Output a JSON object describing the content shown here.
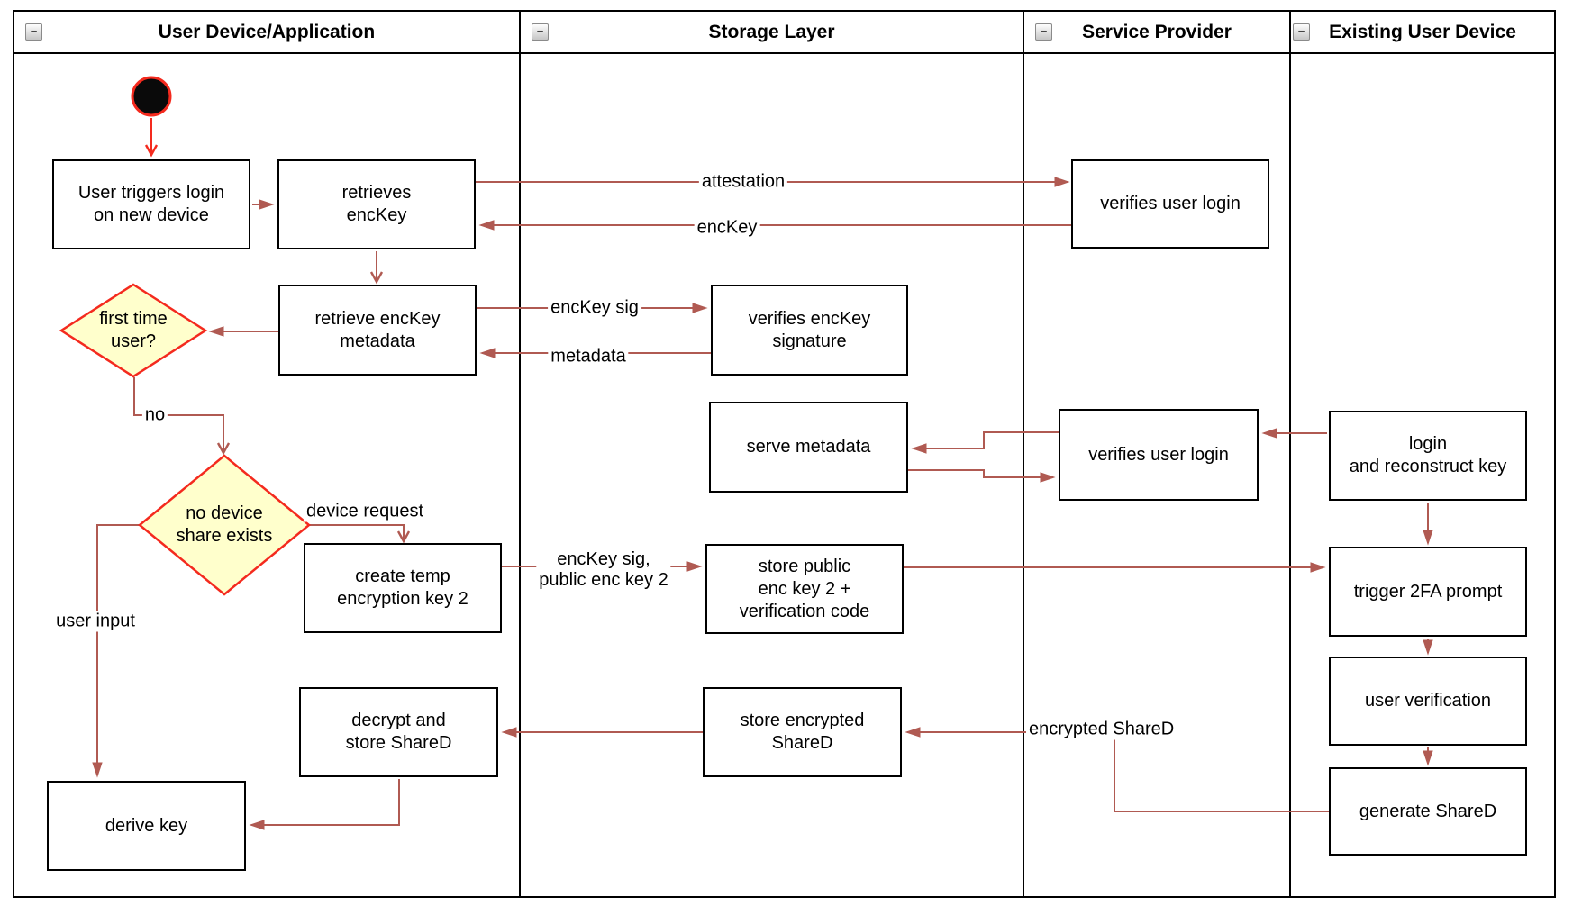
{
  "colors": {
    "accent_red": "#f42a1e",
    "line_red": "#b05a52",
    "decision_fill": "#ffffcc",
    "node_border": "#000000",
    "start_fill": "#000000"
  },
  "icons": {
    "collapse_glyph": "−"
  },
  "lanes": [
    {
      "title": "User Device/Application"
    },
    {
      "title": "Storage Layer"
    },
    {
      "title": "Service Provider"
    },
    {
      "title": "Existing User Device"
    }
  ],
  "nodes": {
    "user_triggers_login": "User triggers login\non new device",
    "retrieves_enckey": "retrieves\nencKey",
    "verifies_user_login_top": "verifies user login",
    "retrieve_enckey_metadata": "retrieve encKey\nmetadata",
    "verifies_enckey_signature": "verifies encKey\nsignature",
    "serve_metadata": "serve metadata",
    "verifies_user_login_mid": "verifies user login",
    "login_reconstruct_key": "login\nand reconstruct key",
    "create_temp_key": "create temp\nencryption key 2",
    "store_public_key": "store public\nenc key 2 +\nverification code",
    "trigger_2fa": "trigger 2FA prompt",
    "user_verification": "user verification",
    "generate_shared": "generate ShareD",
    "decrypt_store_shared": "decrypt and\nstore ShareD",
    "store_encrypted_shared": "store encrypted\nShareD",
    "derive_key": "derive key"
  },
  "decisions": {
    "first_time_user": "first time\nuser?",
    "no_device_share": "no device\nshare exists"
  },
  "edge_labels": {
    "attestation": "attestation",
    "enckey": "encKey",
    "enckey_sig": "encKey sig",
    "metadata": "metadata",
    "no": "no",
    "device_request": "device request",
    "enckey_sig_public": "encKey sig,\npublic enc key 2",
    "user_input": "user input",
    "encrypted_shared": "encrypted ShareD"
  }
}
